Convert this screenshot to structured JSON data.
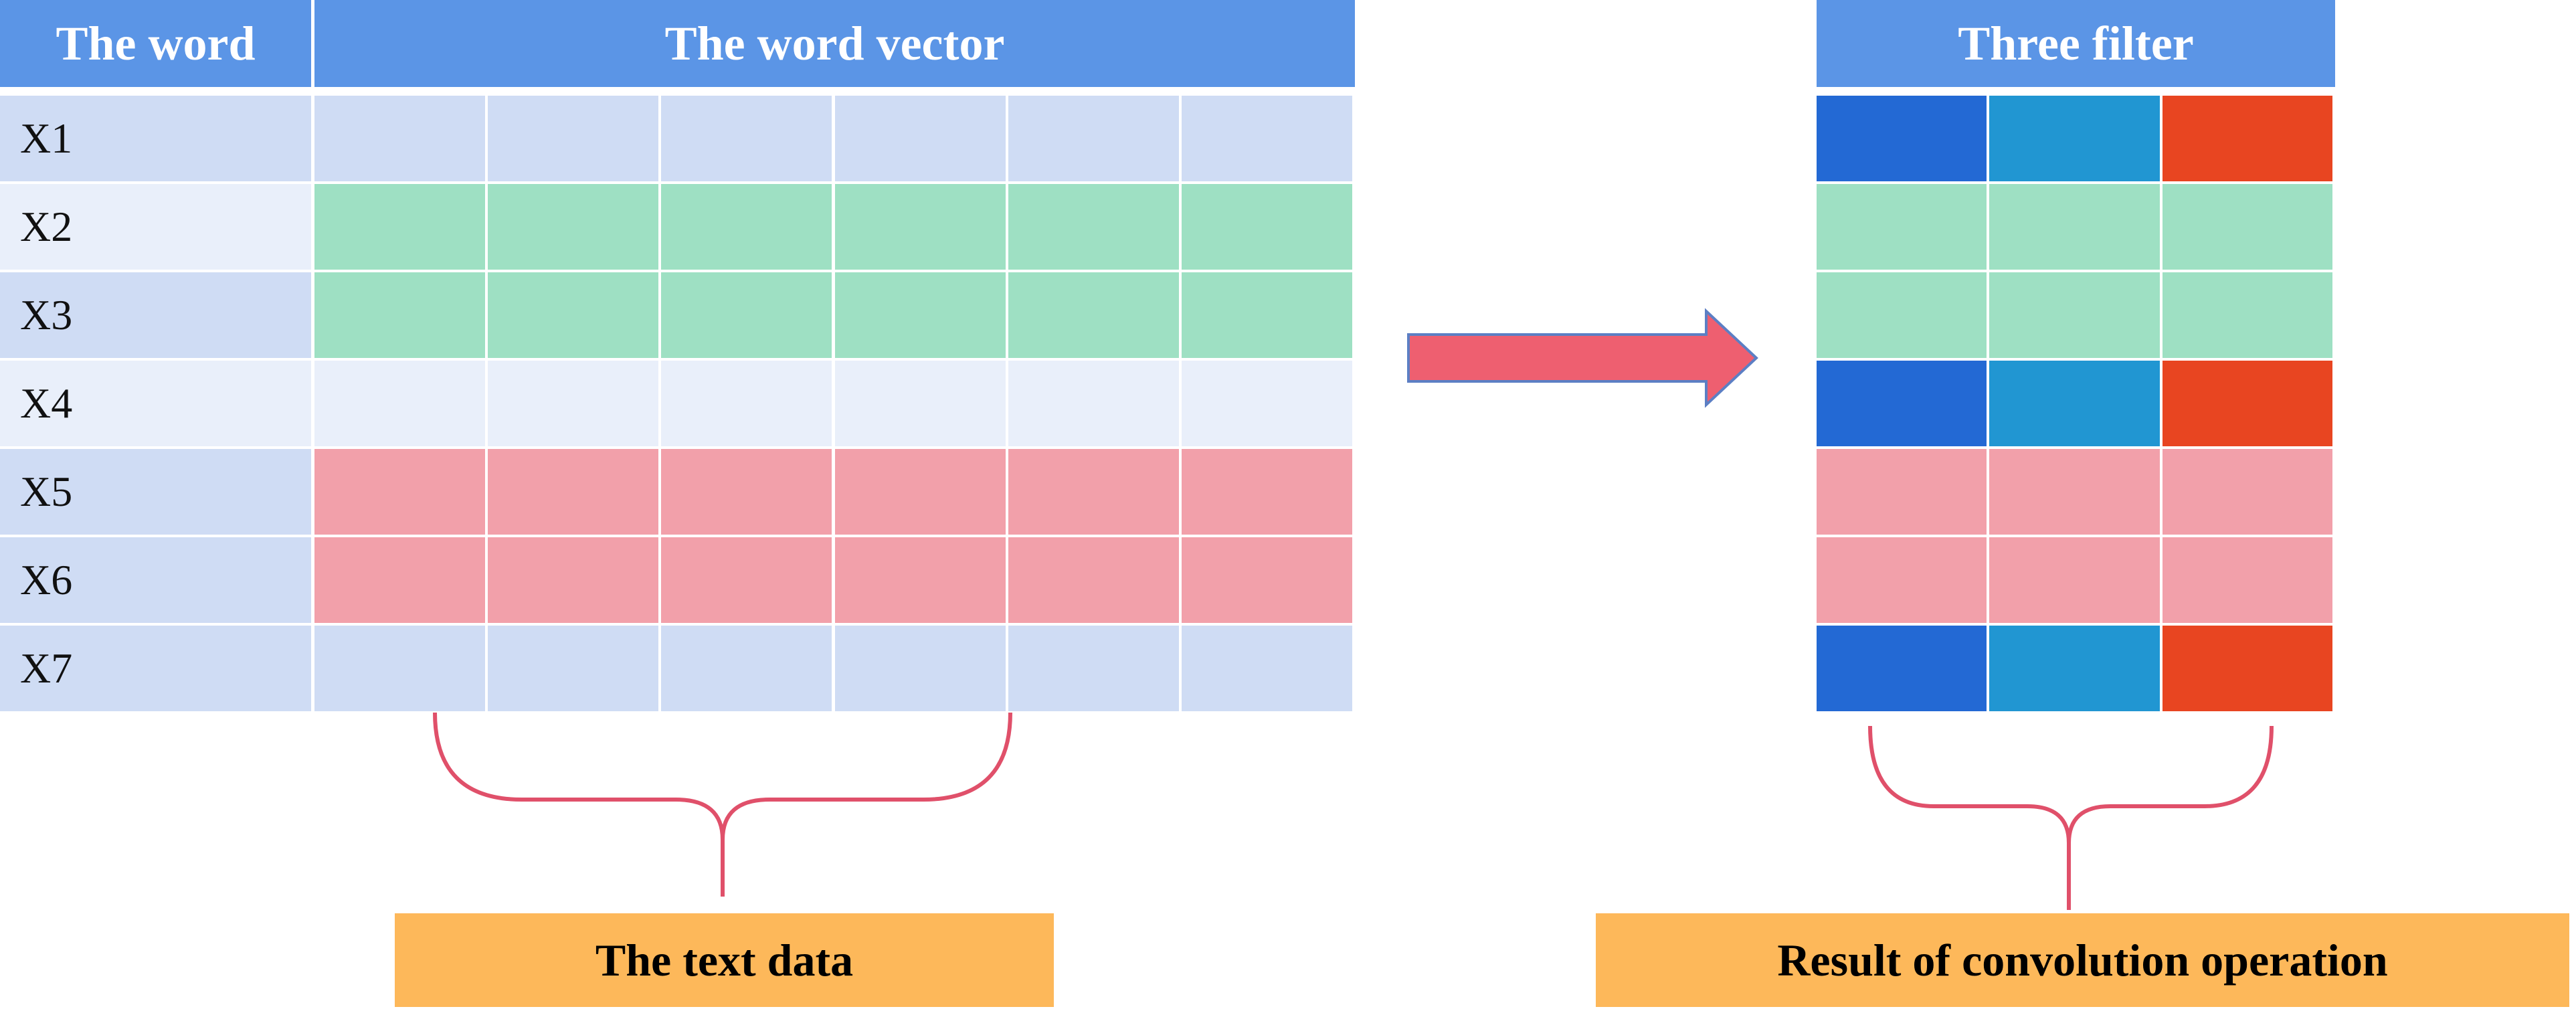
{
  "table": {
    "header_word": "The word",
    "header_vector": "The word vector",
    "rows": [
      {
        "label": "X1",
        "color": "#cfdcf4"
      },
      {
        "label": "X2",
        "color": "#9ee0c3"
      },
      {
        "label": "X3",
        "color": "#9ee0c3"
      },
      {
        "label": "X4",
        "color": "#e9effa"
      },
      {
        "label": "X5",
        "color": "#f2a0aa"
      },
      {
        "label": "X6",
        "color": "#f2a0aa"
      },
      {
        "label": "X7",
        "color": "#cfdcf4"
      }
    ],
    "label_colors": [
      "#cfdcf4",
      "#e9effa",
      "#cfdcf4",
      "#e9effa",
      "#cfdcf4",
      "#cfdcf4",
      "#cfdcf4"
    ],
    "vector_columns": 6
  },
  "filter": {
    "header": "Three filter",
    "filter_colors": [
      "#2369d4",
      "#2196d2",
      "#e84521"
    ],
    "rows": [
      "filter",
      "#9ee0c3",
      "#9ee0c3",
      "filter",
      "#f2a0aa",
      "#f2a0aa",
      "filter"
    ]
  },
  "captions": {
    "left": "The text data",
    "right": "Result of convolution operation"
  },
  "colors": {
    "header_blue": "#5b95e6",
    "arrow_fill": "#ee5f70",
    "arrow_stroke": "#5c7fc4",
    "brace": "#e0506a",
    "caption_bg": "#fdb85a"
  }
}
